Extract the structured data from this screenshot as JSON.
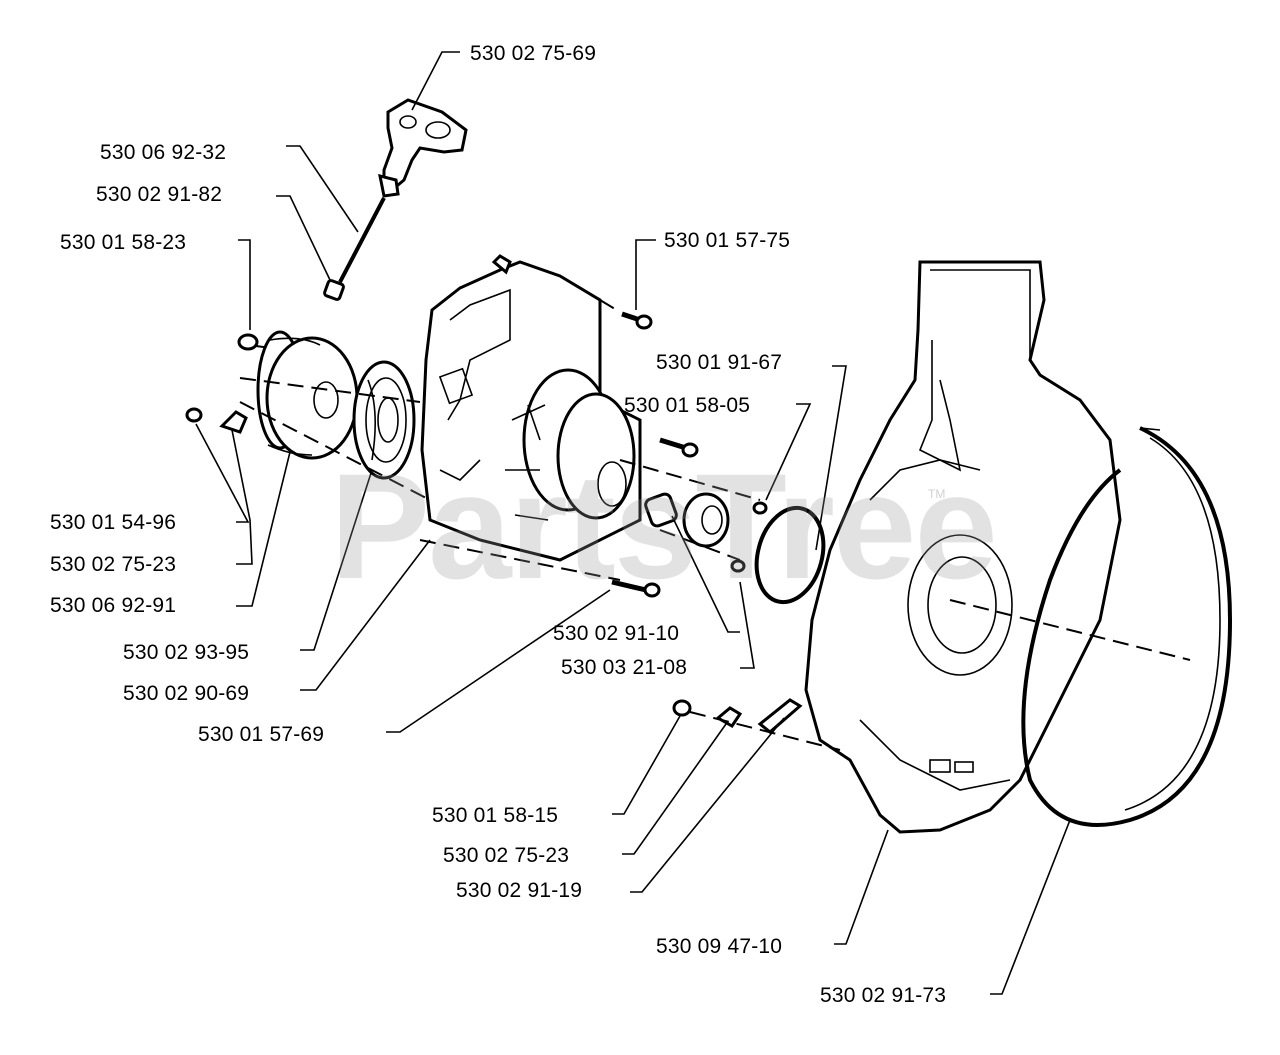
{
  "watermark": {
    "text": "PartsTree",
    "trademark": "TM"
  },
  "labels": [
    {
      "id": "p1",
      "text": "530 02 75-69"
    },
    {
      "id": "p2",
      "text": "530 06 92-32"
    },
    {
      "id": "p3",
      "text": "530 02 91-82"
    },
    {
      "id": "p4",
      "text": "530 01 58-23"
    },
    {
      "id": "p5",
      "text": "530 01 57-75"
    },
    {
      "id": "p6",
      "text": "530 01 91-67"
    },
    {
      "id": "p7",
      "text": "530 01 58-05"
    },
    {
      "id": "p8",
      "text": "530 01 54-96"
    },
    {
      "id": "p9",
      "text": "530 02 75-23"
    },
    {
      "id": "p10",
      "text": "530 06 92-91"
    },
    {
      "id": "p11",
      "text": "530 02 93-95"
    },
    {
      "id": "p12",
      "text": "530 02 90-69"
    },
    {
      "id": "p13",
      "text": "530 01 57-69"
    },
    {
      "id": "p14",
      "text": "530 02 91-10"
    },
    {
      "id": "p15",
      "text": "530 03 21-08"
    },
    {
      "id": "p16",
      "text": "530 01 58-15"
    },
    {
      "id": "p17",
      "text": "530 02 75-23"
    },
    {
      "id": "p18",
      "text": "530 02 91-19"
    },
    {
      "id": "p19",
      "text": "530 09 47-10"
    },
    {
      "id": "p20",
      "text": "530 02 91-73"
    }
  ]
}
